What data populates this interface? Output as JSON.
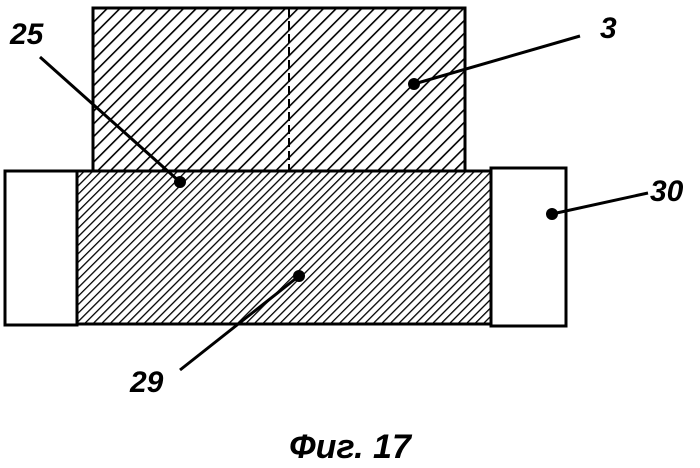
{
  "figure": {
    "caption": "Фиг. 17",
    "labels": {
      "part_3": "3",
      "part_25": "25",
      "part_29": "29",
      "part_30": "30"
    },
    "colors": {
      "ink": "#000000",
      "paper": "#ffffff"
    }
  }
}
